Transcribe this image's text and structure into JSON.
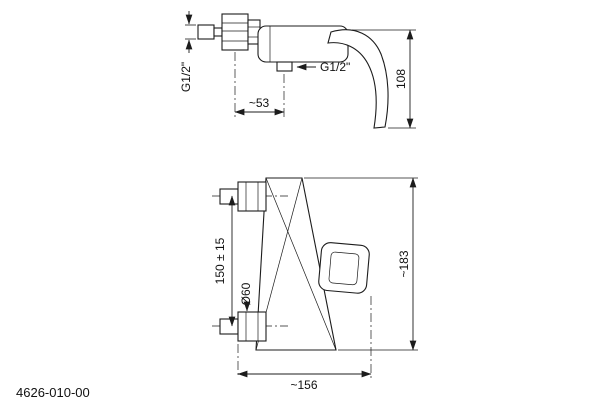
{
  "drawing": {
    "part_number": "4626-010-00",
    "views": {
      "side": {
        "dims": {
          "inlet_thread": "G1/2\"",
          "outlet_thread": "G1/2\"",
          "outlet_offset": "~53",
          "handle_height": "108"
        }
      },
      "front": {
        "dims": {
          "connection_spacing": "150 ± 15",
          "rosette_diameter": "Ø60",
          "overall_height": "~183",
          "overall_width": "~156"
        }
      }
    }
  }
}
